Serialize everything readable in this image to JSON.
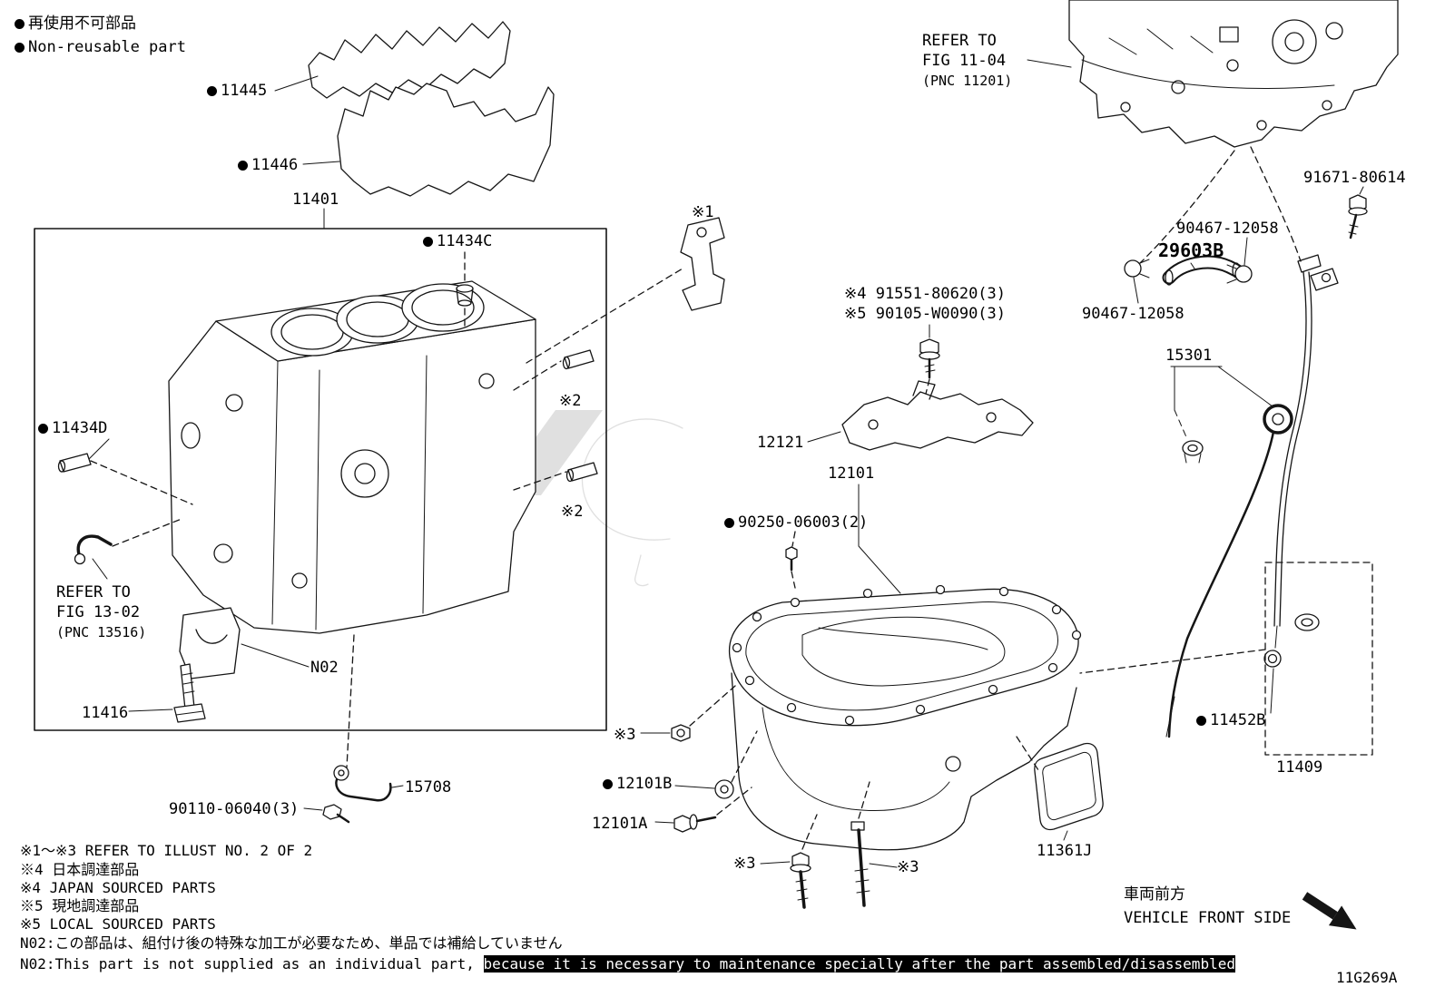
{
  "legend": {
    "jp": "再使用不可部品",
    "en": "Non-reusable part"
  },
  "refer_blocks": {
    "fig1302": {
      "line1": "REFER TO",
      "line2": "FIG 13-02",
      "line3": "(PNC 13516)"
    },
    "fig1104": {
      "line1": "REFER TO",
      "line2": "FIG 11-04",
      "line3": "(PNC 11201)"
    }
  },
  "parts": {
    "p11445": "11445",
    "p11446": "11446",
    "p11401": "11401",
    "p11434C": "11434C",
    "p11434D": "11434D",
    "n02": "N02",
    "p11416": "11416",
    "p15708": "15708",
    "p90110": "90110-06040(3)",
    "star1": "※1",
    "star2a": "※2",
    "star2b": "※2",
    "star3a": "※3",
    "star3b": "※3",
    "star3c": "※3",
    "p91551": "※4 91551-80620(3)",
    "p90105": "※5 90105-W0090(3)",
    "p12121": "12121",
    "p12101": "12101",
    "p90250": "90250-06003(2)",
    "p12101B": "12101B",
    "p12101A": "12101A",
    "p11361J": "11361J",
    "p91671": "91671-80614",
    "p90467a": "90467-12058",
    "p29603B": "29603B",
    "p90467b": "90467-12058",
    "p15301": "15301",
    "p11452B": "11452B",
    "p11409": "11409"
  },
  "notes": {
    "n1": "※1～※3 REFER TO ILLUST NO. 2 OF 2",
    "n2": "※4 日本調達部品",
    "n3": "※4 JAPAN SOURCED PARTS",
    "n4": "※5 現地調達部品",
    "n5": "※5 LOCAL SOURCED PARTS",
    "n6": "N02:この部品は、組付け後の特殊な加工が必要なため、単品では補給していません",
    "n7a": "N02:This part is not supplied as an individual part, ",
    "n7b": "because it is necessary to maintenance specially after the part assembled/disassembled"
  },
  "front": {
    "jp": "車両前方",
    "en": "VEHICLE FRONT SIDE"
  },
  "drawing_code": "11G269A"
}
